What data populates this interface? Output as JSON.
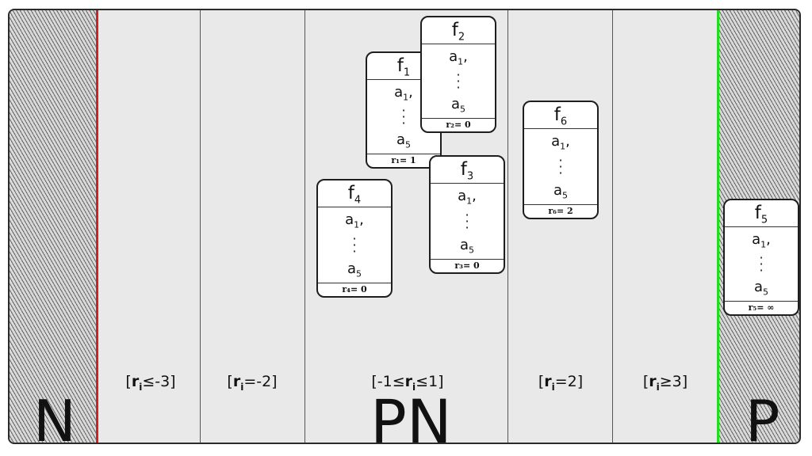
{
  "zones": {
    "left_label": "N",
    "middle_label": "PN",
    "right_label": "P",
    "left_boundary_color": "#d42020",
    "right_boundary_color": "#22dd22"
  },
  "ranges": [
    {
      "pre": "[",
      "var": "r",
      "sub": "i",
      "post": "≤-3]"
    },
    {
      "pre": "[",
      "var": "r",
      "sub": "i",
      "post": "=-2]"
    },
    {
      "pre": "[-1≤",
      "var": "r",
      "sub": "i",
      "post": "≤1]"
    },
    {
      "pre": "[",
      "var": "r",
      "sub": "i",
      "post": "=2]"
    },
    {
      "pre": "[",
      "var": "r",
      "sub": "i",
      "post": "≥3]"
    }
  ],
  "cards": [
    {
      "fn": "f",
      "fn_sub": "1",
      "first_attr": "a",
      "first_sub": "1",
      "first_suffix": ",",
      "last_attr": "a",
      "last_sub": "5",
      "rank": "r₁= 1"
    },
    {
      "fn": "f",
      "fn_sub": "2",
      "first_attr": "a",
      "first_sub": "1",
      "first_suffix": ",",
      "last_attr": "a",
      "last_sub": "5",
      "rank": "r₂= 0"
    },
    {
      "fn": "f",
      "fn_sub": "3",
      "first_attr": "a",
      "first_sub": "1",
      "first_suffix": ",",
      "last_attr": "a",
      "last_sub": "5",
      "rank": "r₃= 0"
    },
    {
      "fn": "f",
      "fn_sub": "4",
      "first_attr": "a",
      "first_sub": "1",
      "first_suffix": ",",
      "last_attr": "a",
      "last_sub": "5",
      "rank": "r₄= 0"
    },
    {
      "fn": "f",
      "fn_sub": "5",
      "first_attr": "a",
      "first_sub": "1",
      "first_suffix": ",",
      "last_attr": "a",
      "last_sub": "5",
      "rank": "r₅= ∞"
    },
    {
      "fn": "f",
      "fn_sub": "6",
      "first_attr": "a",
      "first_sub": "1",
      "first_suffix": ",",
      "last_attr": "a",
      "last_sub": "5",
      "rank": "r₆= 2"
    }
  ]
}
